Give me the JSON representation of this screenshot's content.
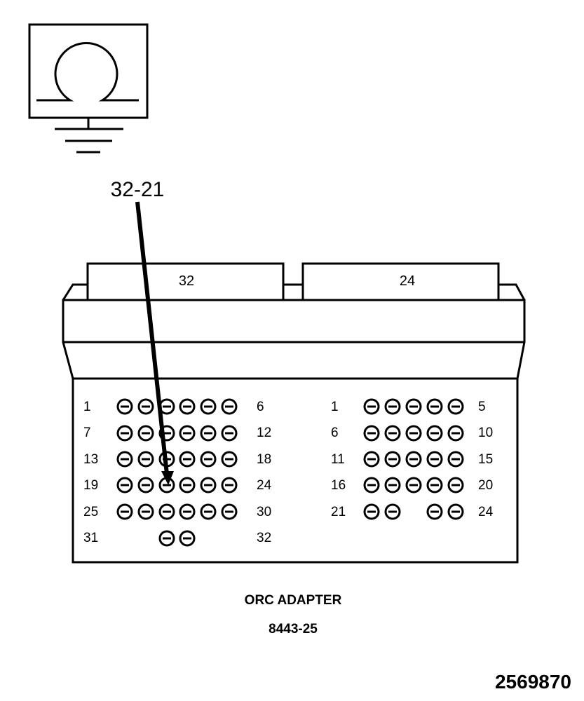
{
  "meter": {
    "symbol": "ohmmeter-omega-symbol"
  },
  "callout": {
    "label": "32-21",
    "target_connector": "32",
    "target_pin": 21
  },
  "connectors": [
    {
      "id": "32",
      "header_label": "32",
      "pin_labels": [
        {
          "left": "1",
          "right": "6"
        },
        {
          "left": "7",
          "right": "12"
        },
        {
          "left": "13",
          "right": "18"
        },
        {
          "left": "19",
          "right": "24"
        },
        {
          "left": "25",
          "right": "30"
        },
        {
          "left": "31",
          "right": "32"
        }
      ]
    },
    {
      "id": "24",
      "header_label": "24",
      "pin_labels": [
        {
          "left": "1",
          "right": "5"
        },
        {
          "left": "6",
          "right": "10"
        },
        {
          "left": "11",
          "right": "15"
        },
        {
          "left": "16",
          "right": "20"
        },
        {
          "left": "21",
          "right": "24"
        }
      ]
    }
  ],
  "caption": {
    "title": "ORC ADAPTER",
    "part_number": "8443-25"
  },
  "document_number": "2569870"
}
